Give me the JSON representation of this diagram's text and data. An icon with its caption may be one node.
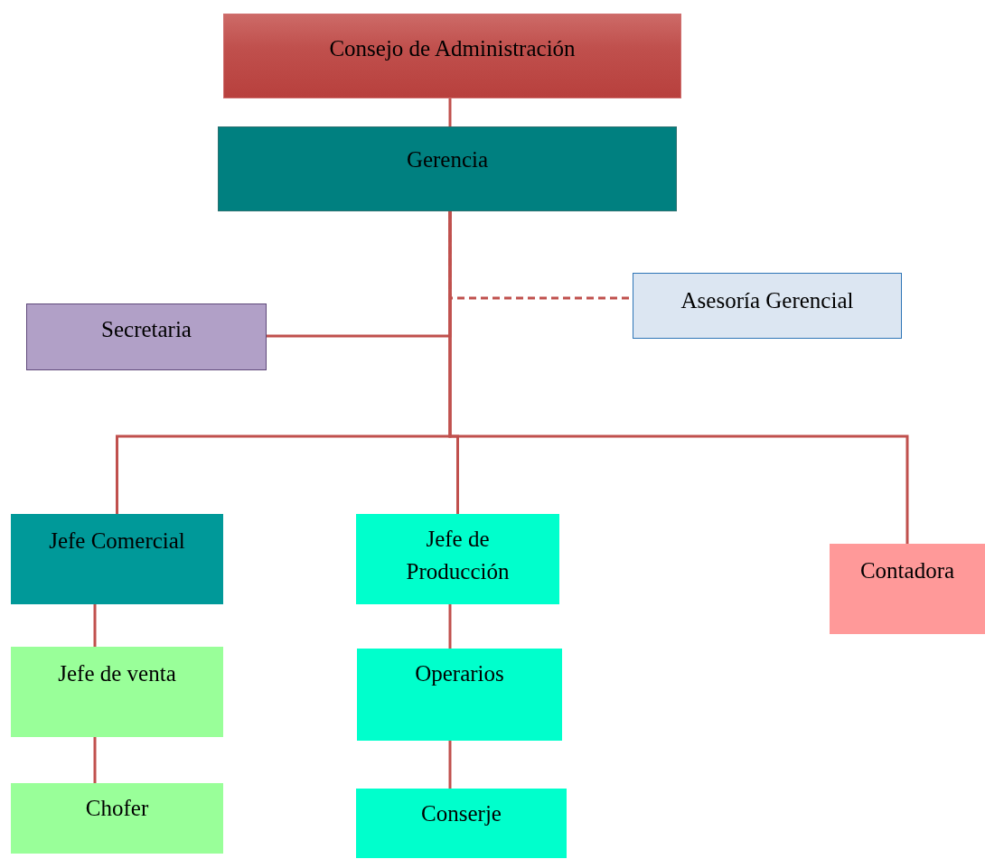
{
  "diagram": {
    "nodes": [
      {
        "text": [
          "Consejo de Administración"
        ]
      },
      {
        "text": [
          "Gerencia"
        ]
      },
      {
        "text": [
          "Asesoría Gerencial"
        ]
      },
      {
        "text": [
          "Secretaria"
        ]
      },
      {
        "text": [
          "Jefe Comercial"
        ]
      },
      {
        "text": [
          "Jefe de Producción"
        ]
      },
      {
        "text": [
          "Contadora"
        ]
      },
      {
        "text": [
          "Jefe de venta"
        ]
      },
      {
        "text": [
          "Operarios"
        ]
      },
      {
        "text": [
          "Chofer"
        ]
      },
      {
        "text": [
          "Conserje"
        ]
      }
    ],
    "edges": [
      {
        "from": 0,
        "to": 1,
        "arrow": "none"
      },
      {
        "from": 1,
        "to": 2,
        "arrow": "none",
        "style": "dashed"
      },
      {
        "from": 1,
        "to": 3,
        "arrow": "none"
      },
      {
        "from": 1,
        "to": 4,
        "arrow": "none"
      },
      {
        "from": 1,
        "to": 5,
        "arrow": "none"
      },
      {
        "from": 1,
        "to": 6,
        "arrow": "none"
      },
      {
        "from": 4,
        "to": 7,
        "arrow": "none"
      },
      {
        "from": 7,
        "to": 9,
        "arrow": "none"
      },
      {
        "from": 5,
        "to": 8,
        "arrow": "none"
      },
      {
        "from": 8,
        "to": 10,
        "arrow": "none"
      }
    ]
  }
}
